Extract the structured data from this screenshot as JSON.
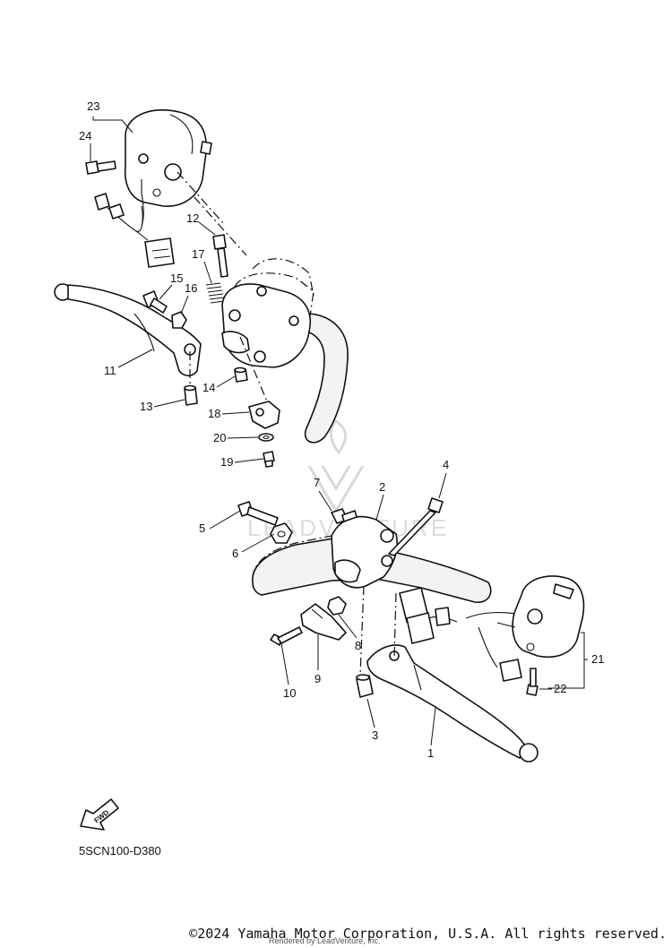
{
  "diagram": {
    "catalog_code": "5SCN100-D380",
    "fwd_arrow_label": "FWD",
    "watermark_text": "LEADVENTURE",
    "callouts": [
      "1",
      "2",
      "3",
      "4",
      "5",
      "6",
      "7",
      "8",
      "9",
      "10",
      "11",
      "12",
      "13",
      "14",
      "15",
      "16",
      "17",
      "18",
      "19",
      "20",
      "21",
      "22",
      "23",
      "24"
    ]
  },
  "footer": {
    "copyright": "©2024 Yamaha Motor Corporation, U.S.A. All rights reserved.",
    "rendered_by": "Rendered by LeadVenture, Inc."
  },
  "colors": {
    "line": "#111111",
    "watermark": "#d8d8d8",
    "background": "#ffffff"
  }
}
